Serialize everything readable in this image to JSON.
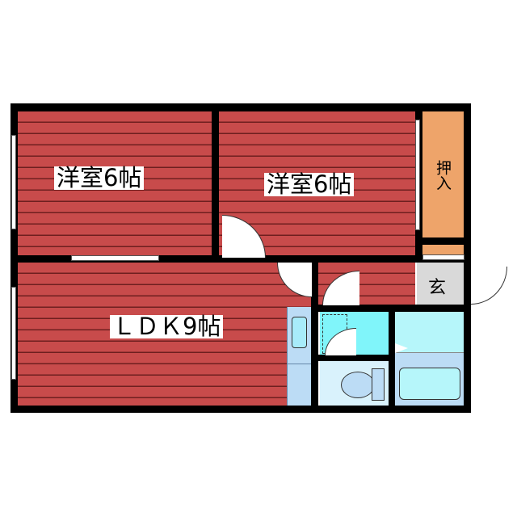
{
  "floorplan": {
    "rooms": [
      {
        "id": "western-room-1",
        "label": "洋室6帖",
        "type": "Western-style room",
        "size_jo": 6
      },
      {
        "id": "western-room-2",
        "label": "洋室6帖",
        "type": "Western-style room",
        "size_jo": 6
      },
      {
        "id": "ldk",
        "label": "ＬＤＫ9帖",
        "type": "Living/Dining/Kitchen",
        "size_jo": 9
      },
      {
        "id": "closet",
        "label": "押入",
        "type": "Closet"
      },
      {
        "id": "entrance",
        "label": "玄",
        "type": "Entrance"
      },
      {
        "id": "washroom",
        "label": "",
        "type": "Washroom"
      },
      {
        "id": "toilet",
        "label": "",
        "type": "Toilet"
      },
      {
        "id": "bathroom",
        "label": "",
        "type": "Bathroom"
      }
    ],
    "colors": {
      "floor_red": "#c84b4b",
      "closet_orange": "#eea46a",
      "entrance_gray": "#d9d9d9",
      "washroom_cyan": "#80f5fa",
      "bath_light": "#b6f6fa",
      "wet_blue": "#bcdcf5",
      "wall": "#000000"
    }
  }
}
